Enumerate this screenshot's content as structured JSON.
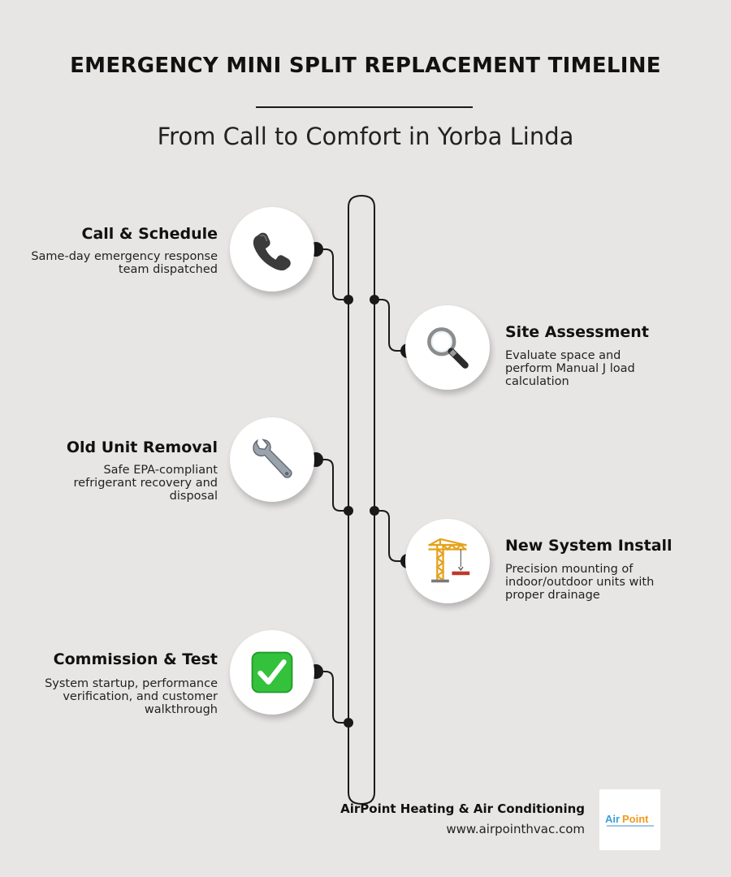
{
  "header": {
    "title": "EMERGENCY MINI SPLIT REPLACEMENT TIMELINE",
    "subtitle": "From Call to Comfort in Yorba Linda"
  },
  "steps": [
    {
      "title": "Call & Schedule",
      "desc": "Same-day emergency response team dispatched",
      "icon": "telephone-icon"
    },
    {
      "title": "Site Assessment",
      "desc": "Evaluate space and perform Manual J load calculation",
      "icon": "magnifying-glass-icon"
    },
    {
      "title": "Old Unit Removal",
      "desc": "Safe EPA-compliant refrigerant recovery and disposal",
      "icon": "wrench-icon"
    },
    {
      "title": "New System Install",
      "desc": "Precision mounting of indoor/outdoor units with proper drainage",
      "icon": "construction-crane-icon"
    },
    {
      "title": "Commission & Test",
      "desc": "System startup, performance verification, and customer walkthrough",
      "icon": "check-mark-icon"
    }
  ],
  "footer": {
    "company": "AirPoint Heating & Air Conditioning",
    "url": "www.airpointhvac.com",
    "logo_text": "AirPoint"
  },
  "colors": {
    "background": "#e8e6e5",
    "line": "#1a1a1a",
    "check_green": "#2fbf3a",
    "logo_blue": "#3aa0d8",
    "logo_orange": "#f29a1c"
  }
}
